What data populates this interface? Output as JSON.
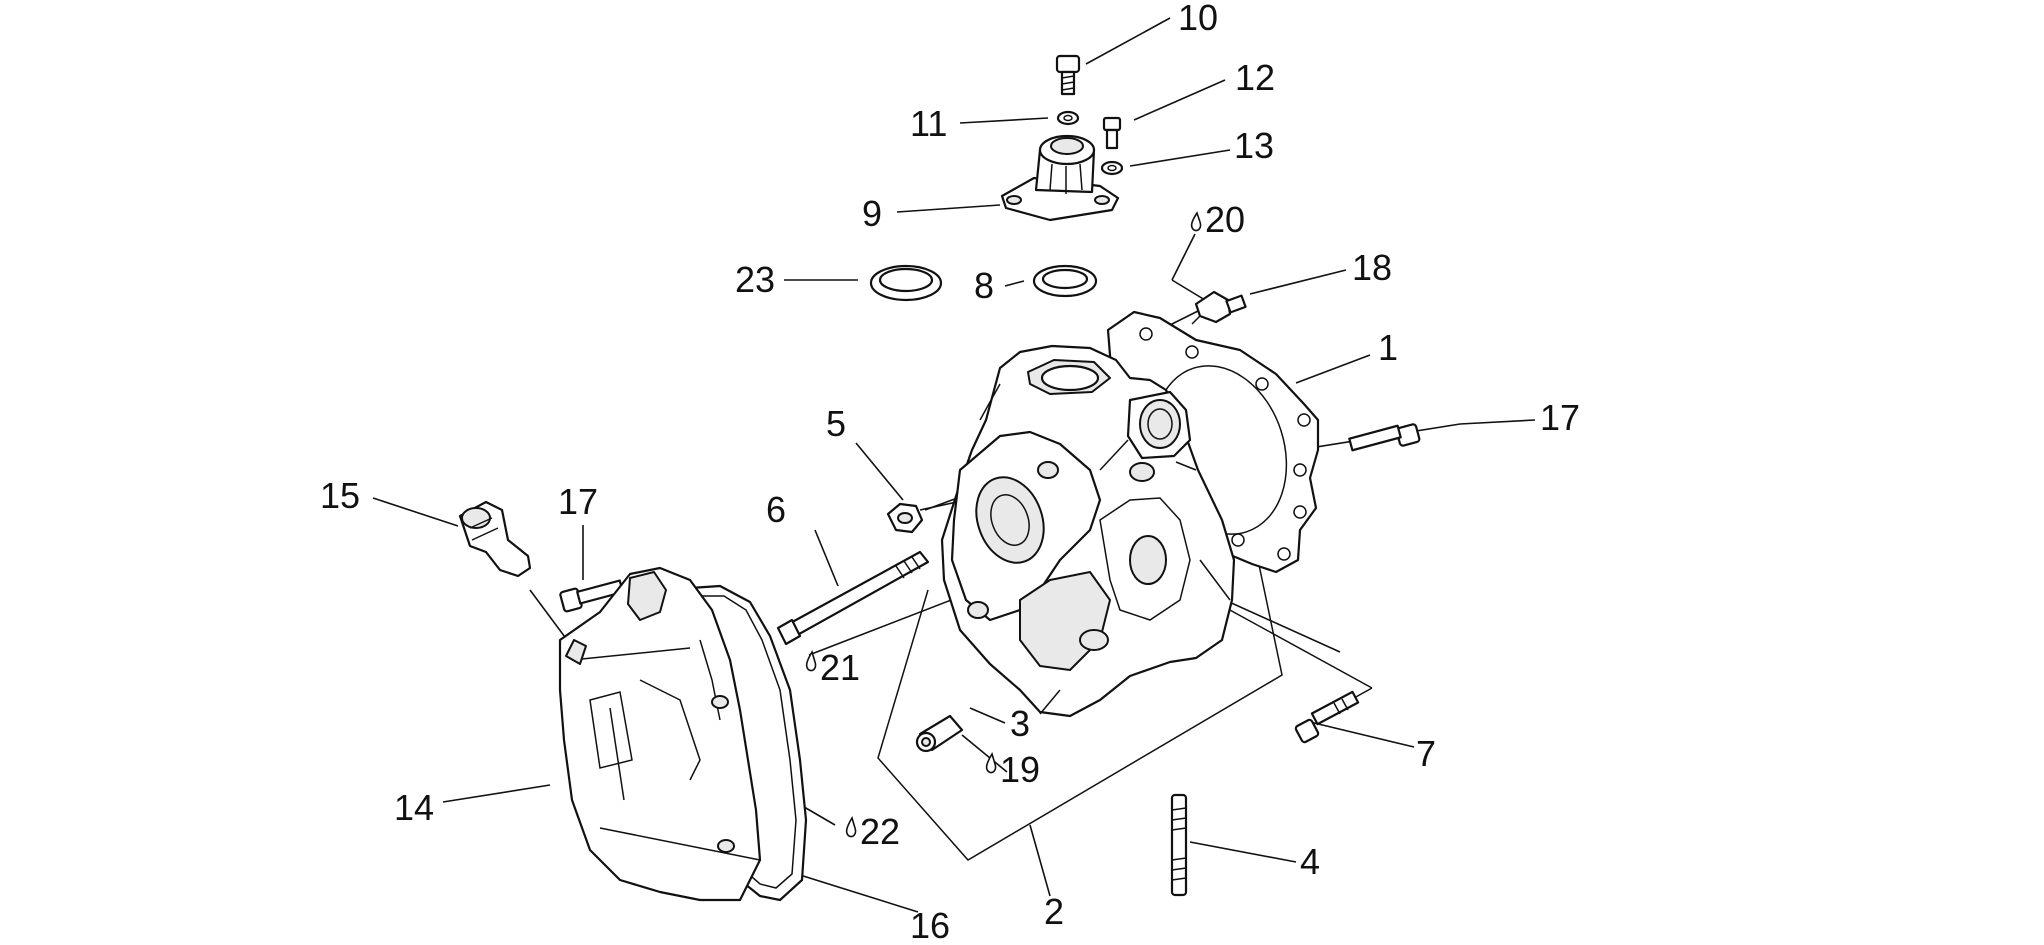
{
  "callouts": {
    "c1": "1",
    "c2": "2",
    "c3": "3",
    "c4": "4",
    "c5": "5",
    "c6": "6",
    "c7": "7",
    "c8": "8",
    "c9": "9",
    "c10": "10",
    "c11": "11",
    "c12": "12",
    "c13": "13",
    "c14": "14",
    "c15": "15",
    "c16": "16",
    "c17a": "17",
    "c17b": "17",
    "c18": "18",
    "c19": "19",
    "c20": "20",
    "c21": "21",
    "c22": "22",
    "c23": "23"
  }
}
